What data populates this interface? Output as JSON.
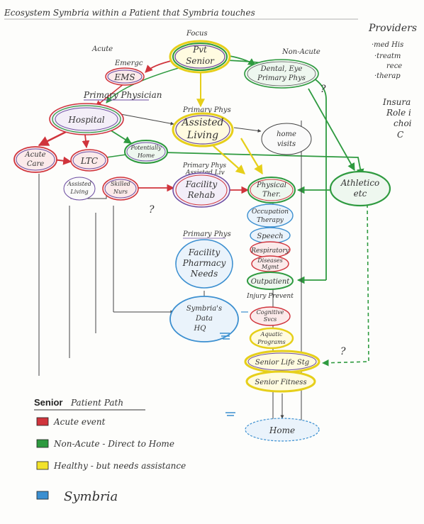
{
  "title": "Ecosystem Symbria within a Patient that Symbria touches",
  "top_right": {
    "heading": "Providers",
    "items": [
      "·med His",
      "·treatm",
      "rece",
      "·therap"
    ],
    "insurance": [
      "Insura",
      "Role i",
      "choi",
      "C"
    ]
  },
  "nodes": {
    "senior": {
      "label_top": "Focus",
      "line1": "Pvt",
      "line2": "Senior"
    },
    "ems": "EMS",
    "ems_tag": "Emergc",
    "acute_tag": "Acute",
    "nonacute_tag": "Non-Acute",
    "dental": {
      "line1": "Dental, Eye",
      "line2": "Primary Phys"
    },
    "primary_physician": "Primary Physician",
    "hospital": "Hospital",
    "assisted_living": {
      "tag": "Primary Phys",
      "line1": "Assisted",
      "line2": "Living"
    },
    "home_visits": {
      "line1": "home",
      "line2": "visits"
    },
    "potentially_home": {
      "line1": "Potentially",
      "line2": "Home"
    },
    "acute_care": {
      "line1": "Acute",
      "line2": "Care"
    },
    "ltc": "LTC",
    "assisted_liv_small": {
      "line1": "Assisted",
      "line2": "Living"
    },
    "skilled_nurs": {
      "line1": "Skilled",
      "line2": "Nurs"
    },
    "facility_rehab": {
      "tag": "Primary Phys",
      "tag2": "Assisted Liv",
      "line1": "Facility",
      "line2": "Rehab"
    },
    "physical_ther": {
      "line1": "Physical",
      "line2": "Ther."
    },
    "athletico": {
      "line1": "Athletico",
      "line2": "etc"
    },
    "occupational": {
      "line1": "Occupation",
      "line2": "Therapy"
    },
    "speech": "Speech",
    "respiratory": "Respiratory",
    "diseases": {
      "line1": "Diseases",
      "line2": "Mgmt"
    },
    "outpatient": "Outpatient",
    "injury_prevent": "Injury Prevent",
    "cognitive": {
      "line1": "Cognitive",
      "line2": "Svcs"
    },
    "aquatic": {
      "line1": "Aquatic",
      "line2": "Programs"
    },
    "senior_life": "Senior Life Stg",
    "senior_fitness": "Senior Fitness",
    "home": "Home",
    "facility_pharmacy": {
      "tag": "Primary Phys",
      "line1": "Facility",
      "line2": "Pharmacy",
      "line3": "Needs"
    },
    "symbria_data": {
      "line1": "Symbria's",
      "line2": "Data",
      "line3": "HQ"
    },
    "q1": "?",
    "q2": "?",
    "q3": "?"
  },
  "legend": {
    "title": "Senior",
    "subtitle": "Patient Path",
    "items": [
      {
        "label": "Acute event",
        "color": "#d0343c"
      },
      {
        "label": "Non-Acute - Direct to Home",
        "color": "#2e9a3f"
      },
      {
        "label": "Healthy - but needs assistance",
        "color": "#f2e22a"
      },
      {
        "label": "Symbria",
        "color": "#3b8fd0"
      }
    ]
  },
  "colors": {
    "acute": "#d0343c",
    "nonacute": "#2e9a3f",
    "healthy": "#f2e22a",
    "symbria": "#3b8fd0",
    "purple": "#6a4aa0",
    "ink": "#3a3a3a"
  }
}
